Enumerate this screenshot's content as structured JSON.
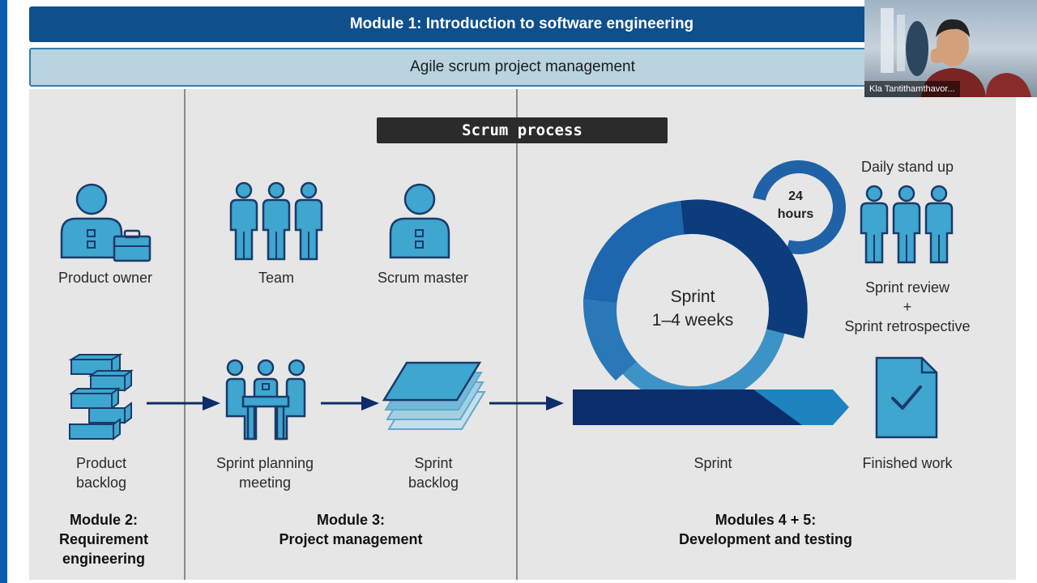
{
  "header": {
    "title": "Module 1: Introduction to software engineering",
    "subtitle": "Agile scrum project management"
  },
  "diagram": {
    "pill": "Scrum process",
    "roles": {
      "product_owner": "Product owner",
      "team": "Team",
      "scrum_master": "Scrum master"
    },
    "flow": {
      "product_backlog": [
        "Product",
        "backlog"
      ],
      "sprint_planning": [
        "Sprint planning",
        "meeting"
      ],
      "sprint_backlog": [
        "Sprint",
        "backlog"
      ],
      "sprint": "Sprint",
      "finished_work": "Finished work"
    },
    "cycle": {
      "sprint_title": "Sprint",
      "sprint_duration": "1–4 weeks",
      "hours_num": "24",
      "hours_unit": "hours"
    },
    "daily_standup": "Daily stand up",
    "review": [
      "Sprint review",
      "+",
      "Sprint retrospective"
    ],
    "modules": {
      "m2": [
        "Module 2:",
        "Requirement",
        "engineering"
      ],
      "m3": [
        "Module 3:",
        "Project management"
      ],
      "m45": [
        "Modules 4 + 5:",
        "Development and testing"
      ]
    }
  },
  "webcam": {
    "name": "Kla Tantithamthavor..."
  },
  "colors": {
    "icon_fill": "#3ea6cf",
    "icon_stroke": "#1b3a6b",
    "dark_blue": "#0c3c7c",
    "mid_blue": "#1e5fa3",
    "light_blue": "#3d93c6"
  }
}
